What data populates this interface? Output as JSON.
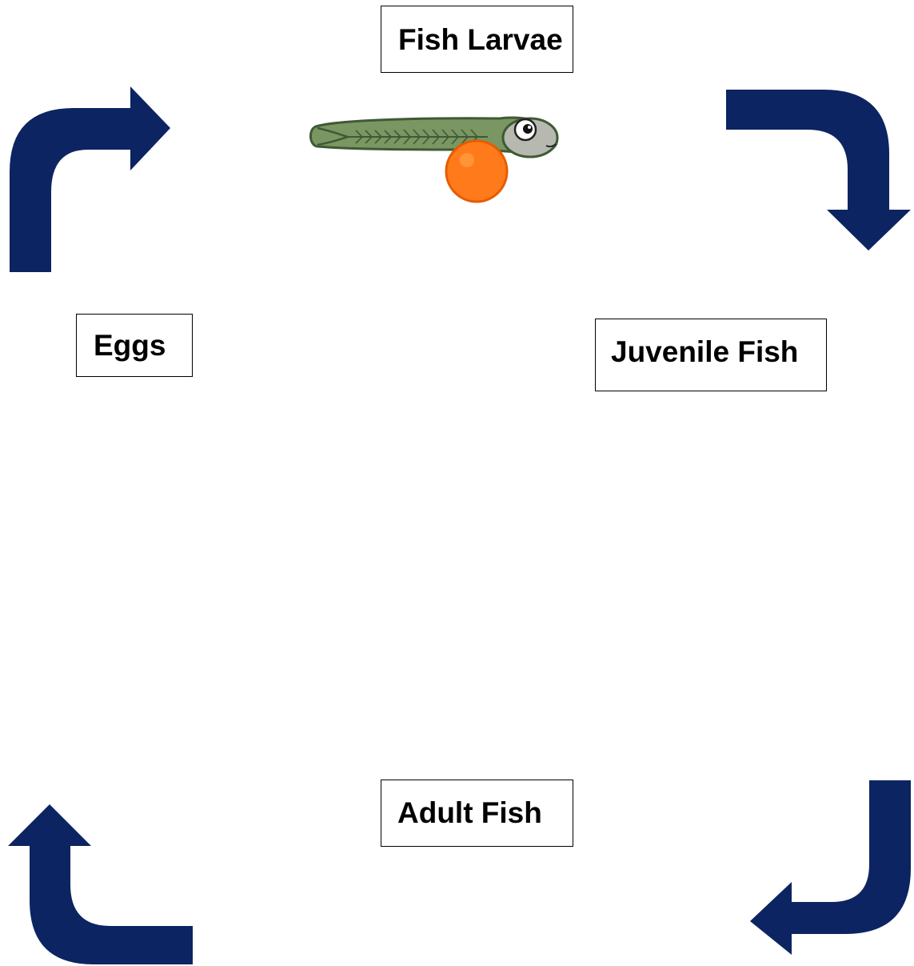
{
  "stages": {
    "larvae": "Fish Larvae",
    "eggs": "Eggs",
    "juvenile": "Juvenile Fish",
    "adult": "Adult Fish"
  },
  "colors": {
    "arrow": "#0c2461",
    "fish_body": "#7a9662",
    "fish_outline": "#3f5a34",
    "yolk_sac": "#ff7a1a"
  },
  "icons": {
    "arrows": [
      "curved-arrow-up-right",
      "curved-arrow-right-down",
      "curved-arrow-down-left",
      "curved-arrow-left-up"
    ],
    "illustration": "fish-larva-with-yolk-sac"
  }
}
